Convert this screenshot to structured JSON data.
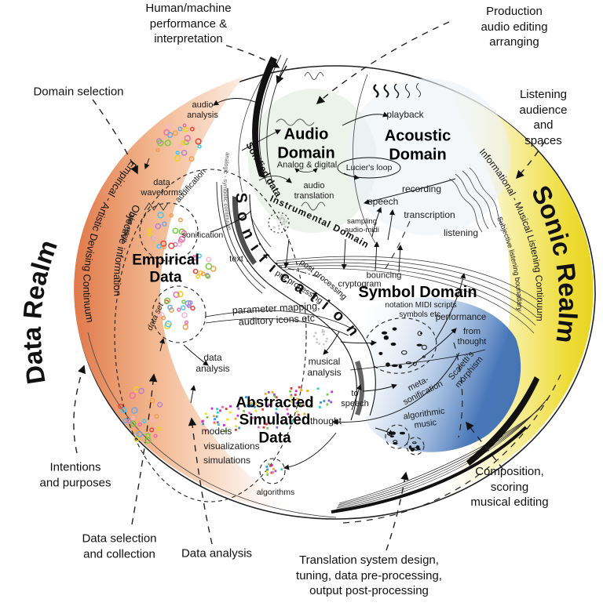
{
  "captions": {
    "human_machine": "Human/machine\nperformance &\ninterpretation",
    "production": "Production\naudio editing\narranging",
    "domain_selection": "Domain selection",
    "listening_audience": "Listening\naudience\nand spaces",
    "intentions": "Intentions\nand purposes",
    "data_selection": "Data selection\nand collection",
    "data_analysis": "Data analysis",
    "translation": "Translation system design,\ntuning, data pre-processing,\noutput post-processing",
    "composition": "Composition, scoring\nmusical editing"
  },
  "realms": {
    "data_realm": "Data Realm",
    "sonic_realm": "Sonic Realm",
    "empirical_continuum": "Empirical - Artistic Devising Continuum",
    "objective_information": "Objective information",
    "informational_continuum": "Informational - Musical Listening Continuum",
    "subjective_boundary": "Subjective listening bounadary"
  },
  "domains": {
    "audio": "Audio\nDomain",
    "audio_sub": "Analog & digital",
    "acoustic": "Acoustic\nDomain",
    "symbol": "Symbol Domain",
    "symbol_sub": "notation MIDI scripts\nsymbols etc.",
    "empirical": "Empirical\nData",
    "abstracted": "Abstracted\nSimulated\nData"
  },
  "band": {
    "sonification": "Sonification",
    "sonified_data": "Sonified data",
    "instrumental": "Instrumental Domain",
    "analogic": "analogic - symbolic continuum",
    "pre": "pre processing",
    "post": "post processing",
    "audification": "audification"
  },
  "inner": {
    "audio_analysis": "audio\nanalysis",
    "data_waveforms": "data\nwaveforms",
    "data_set": "data set",
    "sonification_small": "sonification",
    "text": "text",
    "parameter_mapping": "parameter mapping,\nauditory icons etc",
    "data_analysis": "data\nanalysis",
    "musical_analysis": "musical\nanalysis",
    "to_speech": "to\nspeech",
    "thought": "thought",
    "models": "models",
    "visualizations": "visualizations",
    "simulations": "simulations",
    "algorithms": "algorithms",
    "playback": "playback",
    "luciers_loop": "Lucier's loop",
    "recording": "recording",
    "speech": "speech",
    "transcription": "transcription",
    "listening": "listening",
    "sampling": "sampling\naudio-midi",
    "audio_translation": "audio\ntranslation",
    "bouncing": "bouncing",
    "cryptogram": "cryptogram",
    "performance": "performance",
    "from_thought": "from\nthought",
    "meta_sonification": "meta-\nsonification",
    "scalettis": "Scaletti's\nmorphism",
    "algorithmic_music": "algorithmic\nmusic"
  },
  "icons": {
    "sine_wave": "sine-wave",
    "squiggle": "vibration-squiggle",
    "zigzag": "zigzag-waveform",
    "hatching": "wavy-hatching"
  },
  "colors": {
    "orange_rim": "#e0794a",
    "orange_mid": "#f2b68e",
    "yellow_rim": "#ecd92c",
    "yellow_mid": "#f8f0a8",
    "blue_deep": "#3e6fb5",
    "blue_mid": "#8fb0da",
    "audio_tint": "#e6efe3",
    "acoustic_tint": "#edf2f6",
    "ring_palette": [
      "#f06eaa",
      "#f59b4c",
      "#f2cf1f",
      "#7ac943",
      "#6aa9e9",
      "#b97fd1",
      "#ef4136",
      "#42c8f4",
      "#f7b6c8"
    ],
    "confetti_palette": [
      "#e8312a",
      "#2a9ae0",
      "#7ac943",
      "#f2a71f",
      "#c92ad6",
      "#2ad0c9",
      "#e86ab0",
      "#8a5fd6",
      "#f2e01f"
    ]
  }
}
